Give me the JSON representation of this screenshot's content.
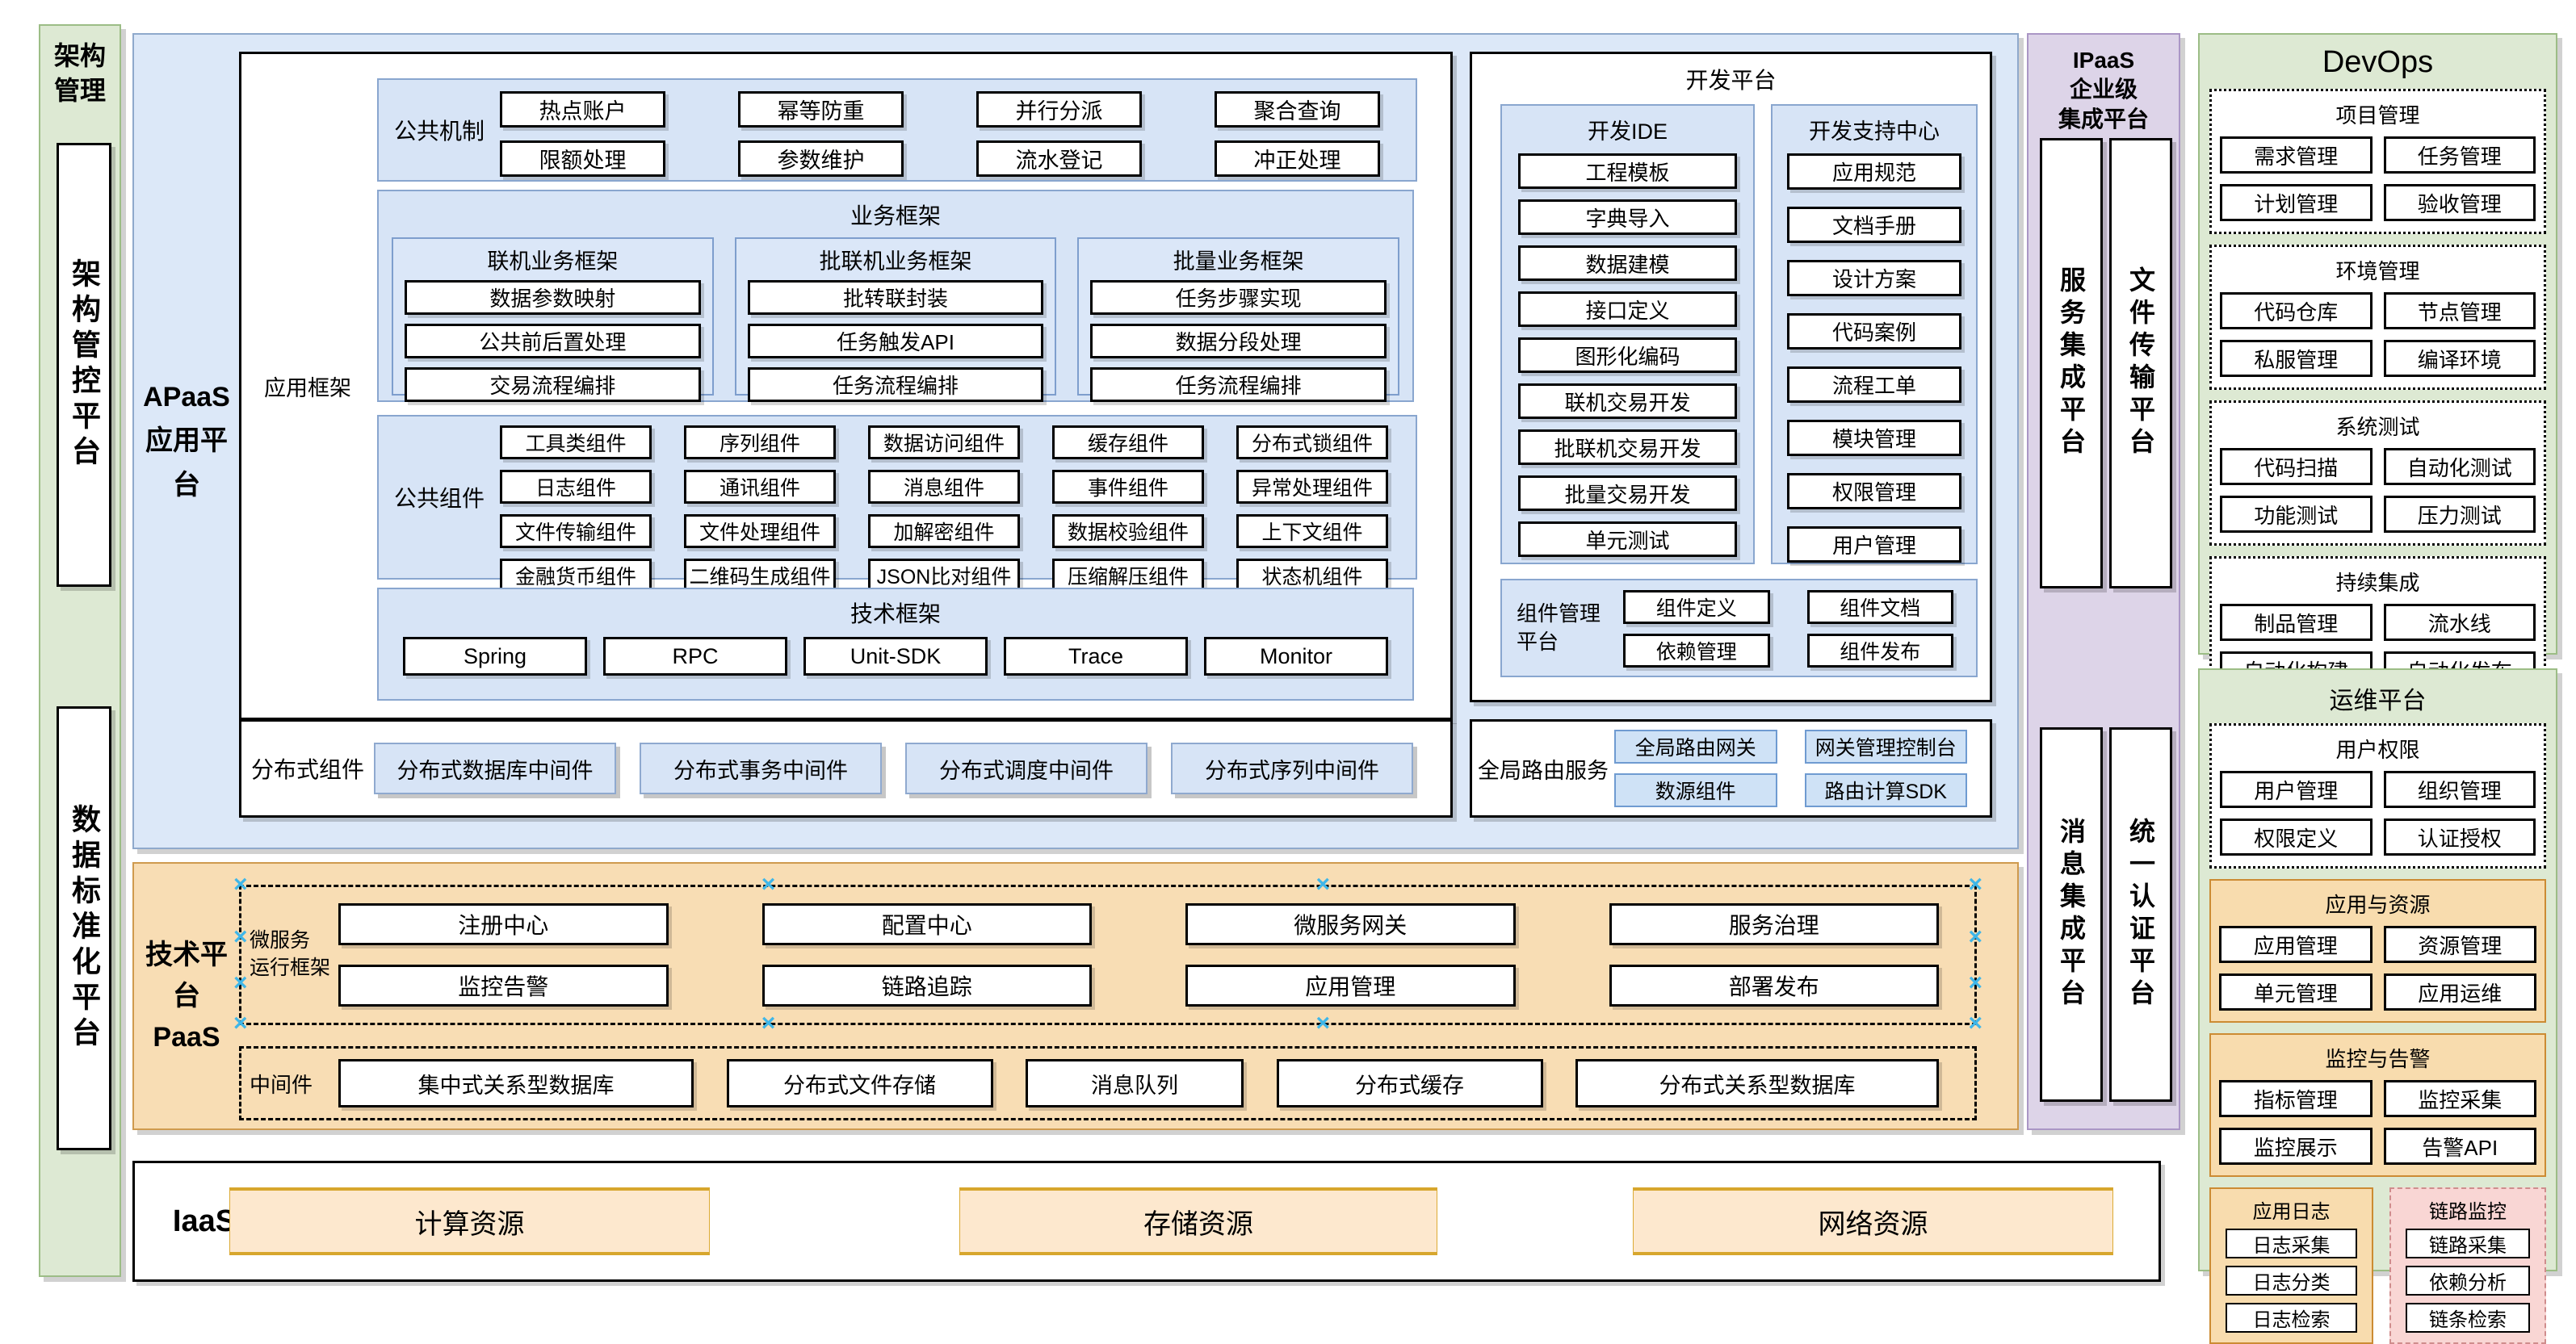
{
  "colors": {
    "blue_panel": "#dce8f8",
    "blue_box": "#d7e4f6",
    "blue_button": "#cfe2f6",
    "green_panel": "#dde9d3",
    "orange_panel": "#f8ddb4",
    "orange_box": "#f8dcae",
    "purple_panel": "#ddd4e8",
    "pink_box": "#f9d6d4",
    "iaas_box": "#fde8ce",
    "selection_handle": "#3fb6e8"
  },
  "left_rail": {
    "title_lines": [
      "架构",
      "管理"
    ],
    "boxes": [
      "架构管控平台",
      "数据标准化平台"
    ]
  },
  "apaas": {
    "label_lines": [
      "APaaS",
      "应用平台"
    ],
    "app_framework": {
      "label": "应用框架",
      "common_mechanism": {
        "label": "公共机制",
        "items": [
          "热点账户",
          "幂等防重",
          "并行分派",
          "聚合查询",
          "限额处理",
          "参数维护",
          "流水登记",
          "冲正处理"
        ]
      },
      "business_framework": {
        "title": "业务框架",
        "groups": [
          {
            "title": "联机业务框架",
            "items": [
              "数据参数映射",
              "公共前后置处理",
              "交易流程编排"
            ]
          },
          {
            "title": "批联机业务框架",
            "items": [
              "批转联封装",
              "任务触发API",
              "任务流程编排"
            ]
          },
          {
            "title": "批量业务框架",
            "items": [
              "任务步骤实现",
              "数据分段处理",
              "任务流程编排"
            ]
          }
        ]
      },
      "common_components": {
        "label": "公共组件",
        "items": [
          "工具类组件",
          "序列组件",
          "数据访问组件",
          "缓存组件",
          "分布式锁组件",
          "日志组件",
          "通讯组件",
          "消息组件",
          "事件组件",
          "异常处理组件",
          "文件传输组件",
          "文件处理组件",
          "加解密组件",
          "数据校验组件",
          "上下文组件",
          "金融货币组件",
          "二维码生成组件",
          "JSON比对组件",
          "压缩解压组件",
          "状态机组件"
        ]
      },
      "tech_framework": {
        "title": "技术框架",
        "items": [
          "Spring",
          "RPC",
          "Unit-SDK",
          "Trace",
          "Monitor"
        ]
      }
    },
    "distributed": {
      "label": "分布式组件",
      "items": [
        "分布式数据库中间件",
        "分布式事务中间件",
        "分布式调度中间件",
        "分布式序列中间件"
      ]
    },
    "dev_platform": {
      "title": "开发平台",
      "ide": {
        "title": "开发IDE",
        "items": [
          "工程模板",
          "字典导入",
          "数据建模",
          "接口定义",
          "图形化编码",
          "联机交易开发",
          "批联机交易开发",
          "批量交易开发",
          "单元测试"
        ]
      },
      "support": {
        "title": "开发支持中心",
        "items": [
          "应用规范",
          "文档手册",
          "设计方案",
          "代码案例",
          "流程工单",
          "模块管理",
          "权限管理",
          "用户管理"
        ]
      },
      "component_mgmt": {
        "label_lines": [
          "组件管理",
          "平台"
        ],
        "items": [
          "组件定义",
          "组件文档",
          "依赖管理",
          "组件发布"
        ]
      }
    },
    "global_routing": {
      "label": "全局路由服务",
      "items": [
        "全局路由网关",
        "网关管理控制台",
        "数源组件",
        "路由计算SDK"
      ]
    }
  },
  "paas": {
    "label_lines": [
      "技术平台",
      "PaaS"
    ],
    "microservice_framework": {
      "label_lines": [
        "微服务",
        "运行框架"
      ],
      "items": [
        "注册中心",
        "配置中心",
        "微服务网关",
        "服务治理",
        "监控告警",
        "链路追踪",
        "应用管理",
        "部署发布"
      ]
    },
    "middleware": {
      "label": "中间件",
      "items": [
        "集中式关系型数据库",
        "分布式文件存储",
        "消息队列",
        "分布式缓存",
        "分布式关系型数据库"
      ]
    }
  },
  "iaas": {
    "label": "IaaS",
    "items": [
      "计算资源",
      "存储资源",
      "网络资源"
    ]
  },
  "ipaas": {
    "title_lines": [
      "IPaaS",
      "企业级",
      "集成平台"
    ],
    "boxes": [
      "服务集成平台",
      "文件传输平台",
      "消息集成平台",
      "统一认证平台"
    ]
  },
  "devops": {
    "title": "DevOps",
    "sections": [
      {
        "title": "项目管理",
        "items": [
          "需求管理",
          "任务管理",
          "计划管理",
          "验收管理"
        ]
      },
      {
        "title": "环境管理",
        "items": [
          "代码仓库",
          "节点管理",
          "私服管理",
          "编译环境"
        ]
      },
      {
        "title": "系统测试",
        "items": [
          "代码扫描",
          "自动化测试",
          "功能测试",
          "压力测试"
        ]
      },
      {
        "title": "持续集成",
        "items": [
          "制品管理",
          "流水线",
          "自动化构建",
          "自动化发布"
        ]
      }
    ]
  },
  "ops": {
    "title": "运维平台",
    "sections": [
      {
        "title": "用户权限",
        "items": [
          "用户管理",
          "组织管理",
          "权限定义",
          "认证授权"
        ]
      },
      {
        "title": "应用与资源",
        "items": [
          "应用管理",
          "资源管理",
          "单元管理",
          "应用运维"
        ]
      },
      {
        "title": "监控与告警",
        "items": [
          "指标管理",
          "监控采集",
          "监控展示",
          "告警API"
        ]
      }
    ],
    "app_log": {
      "title": "应用日志",
      "items": [
        "日志采集",
        "日志分类",
        "日志检索"
      ]
    },
    "link_monitor": {
      "title": "链路监控",
      "items": [
        "链路采集",
        "依赖分析",
        "链条检索"
      ]
    }
  }
}
